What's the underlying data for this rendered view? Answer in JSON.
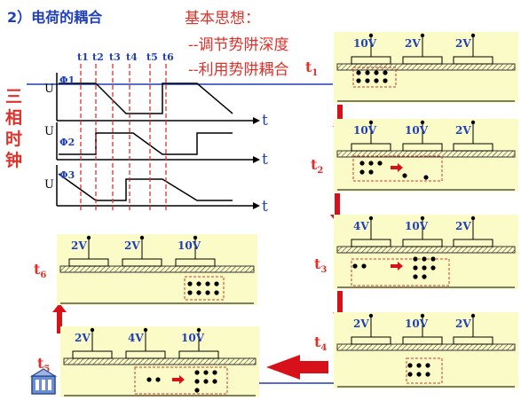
{
  "title": "2）电荷的耦合",
  "idea": {
    "heading": "基本思想：",
    "line1": "--调节势阱深度",
    "line2": "--利用势阱耦合"
  },
  "side_label": [
    "三",
    "相",
    "时",
    "钟"
  ],
  "clock": {
    "u_label": "U",
    "time_label": "t",
    "phases": [
      "Φ1",
      "Φ2",
      "Φ3"
    ],
    "ticks": [
      "t1",
      "t2",
      "t3",
      "t4",
      "t5",
      "t6"
    ]
  },
  "stages": [
    {
      "label": "t",
      "sub": "1",
      "voltages": [
        "10V",
        "2V",
        "2V"
      ]
    },
    {
      "label": "t",
      "sub": "2",
      "voltages": [
        "10V",
        "10V",
        "2V"
      ]
    },
    {
      "label": "t",
      "sub": "3",
      "voltages": [
        "4V",
        "10V",
        "2V"
      ]
    },
    {
      "label": "t",
      "sub": "4",
      "voltages": [
        "2V",
        "10V",
        "2V"
      ]
    },
    {
      "label": "t",
      "sub": "5",
      "voltages": [
        "2V",
        "4V",
        "10V"
      ]
    },
    {
      "label": "t",
      "sub": "6",
      "voltages": [
        "2V",
        "2V",
        "10V"
      ]
    }
  ],
  "colors": {
    "title": "#1f3fb8",
    "accent": "#e0302a",
    "panel": "#fbfbc7",
    "axis": "#1f3fb8"
  }
}
